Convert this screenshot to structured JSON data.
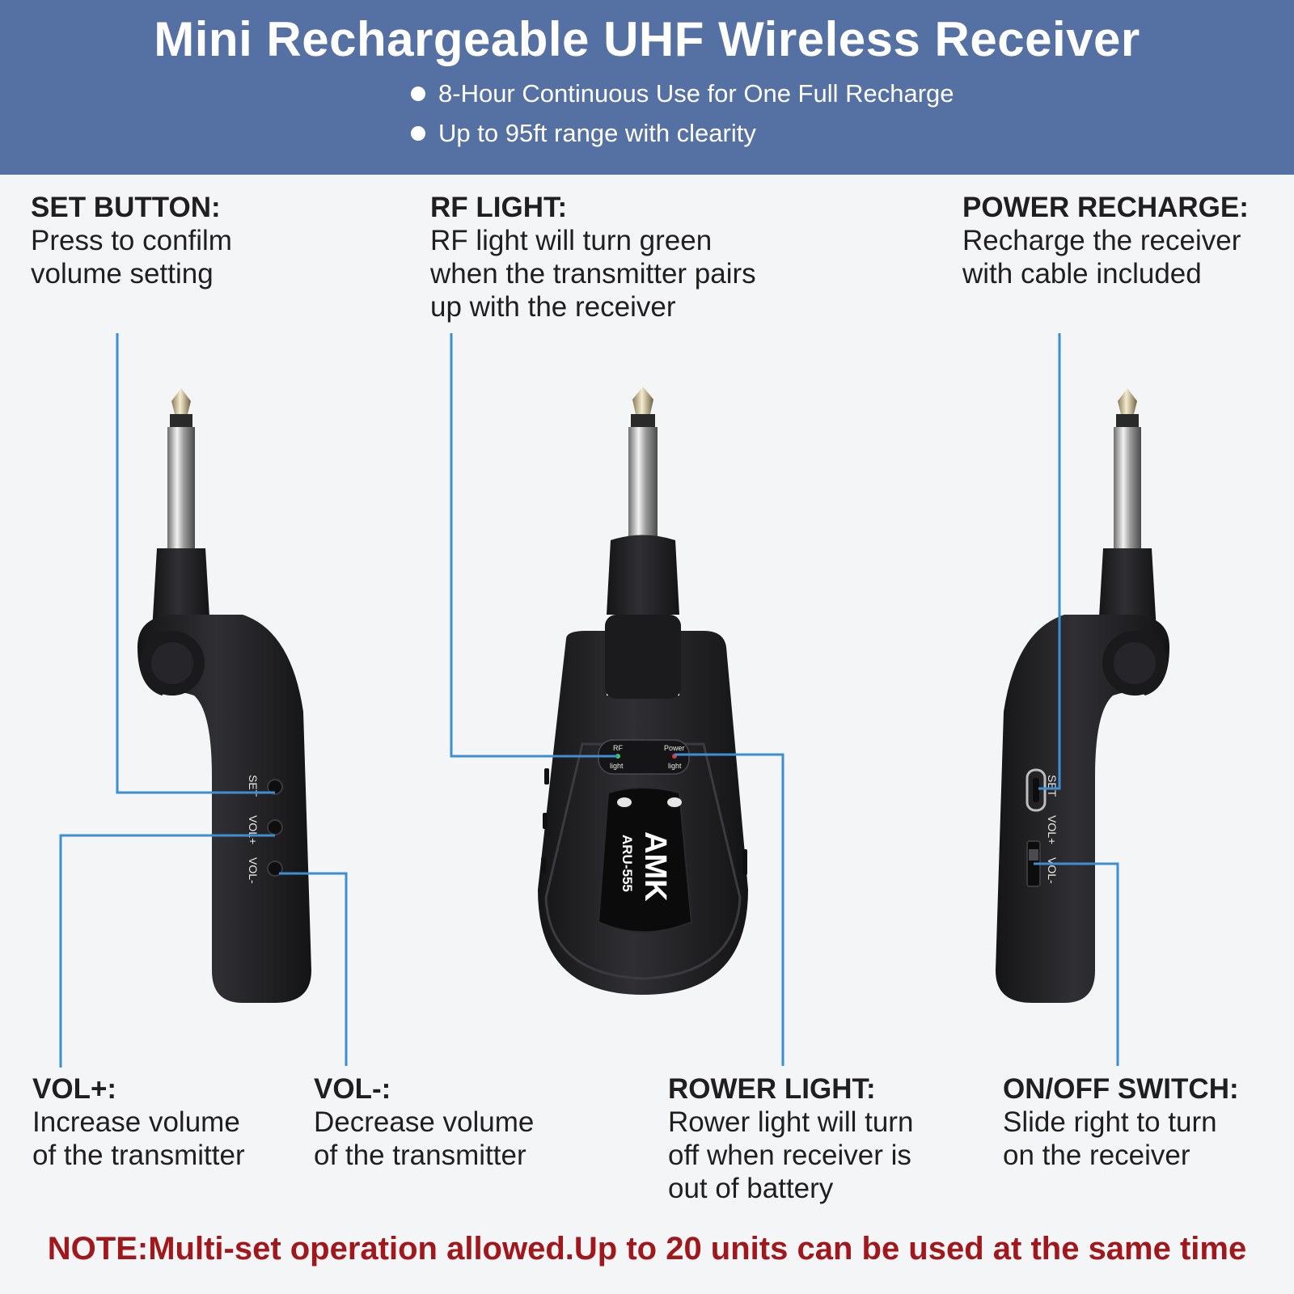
{
  "banner": {
    "title": "Mini Rechargeable UHF Wireless Receiver",
    "bullets": [
      "8-Hour Continuous Use for One Full Recharge",
      "Up to 95ft range with clearity"
    ]
  },
  "callouts": {
    "set_button": {
      "title": "SET BUTTON:",
      "text": "Press to confilm\nvolume setting"
    },
    "rf_light": {
      "title": "RF LIGHT:",
      "text": "RF light will turn green\nwhen the transmitter pairs\nup with the receiver"
    },
    "power_recharge": {
      "title": "POWER RECHARGE:",
      "text": "Recharge the receiver\nwith cable included"
    },
    "vol_plus": {
      "title": "VOL+:",
      "text": "Increase volume\nof the transmitter"
    },
    "vol_minus": {
      "title": "VOL-:",
      "text": "Decrease volume\nof the transmitter"
    },
    "rower_light": {
      "title": "ROWER LIGHT:",
      "text": "Rower light will turn\noff when receiver is\nout of battery"
    },
    "onoff_switch": {
      "title": "ON/OFF SWITCH:",
      "text": "Slide right to turn\non the receiver"
    }
  },
  "device": {
    "brand": "AMK",
    "model": "ARU-555",
    "rf_label_top": "RF",
    "rf_label_bottom": "light",
    "power_label_top": "Power",
    "power_label_bottom": "light",
    "side_labels": {
      "set": "SET",
      "vol_plus": "VOL+",
      "vol_minus": "VOL-"
    }
  },
  "note": "NOTE:Multi-set operation allowed.Up to 20 units can be used at the same time",
  "colors": {
    "banner": "#5570a2",
    "leader_line": "#3d8fd1",
    "note_text": "#a0171c",
    "device_body": "#1f1f22"
  }
}
